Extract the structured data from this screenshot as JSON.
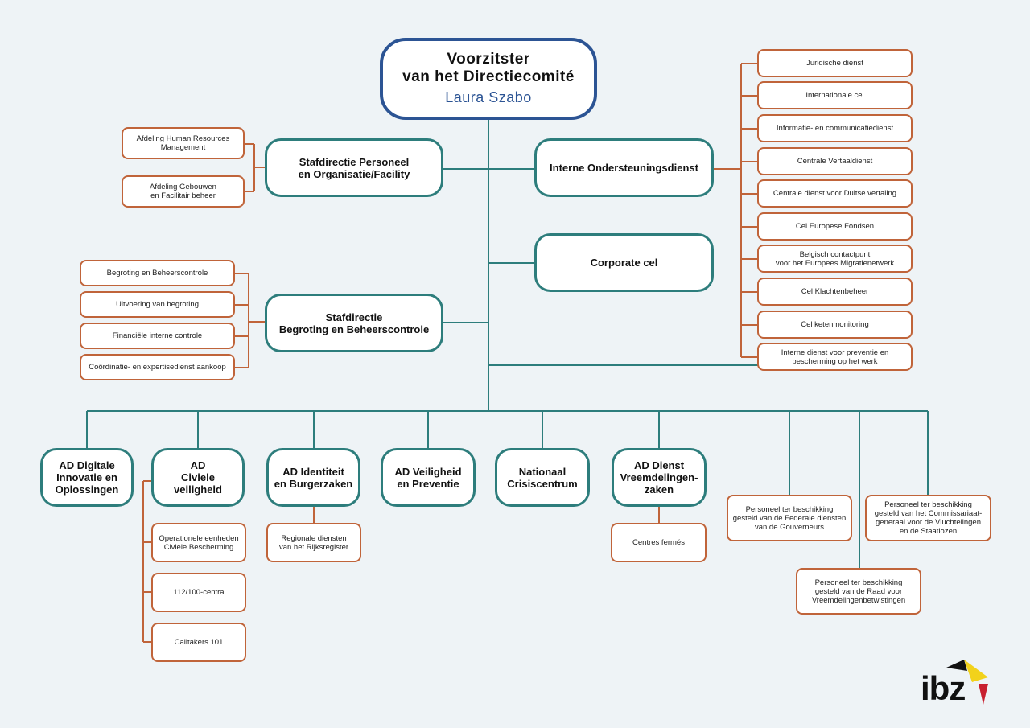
{
  "top": {
    "title": [
      "Voorzitster",
      "van het Directiecomité"
    ],
    "name": "Laura Szabo"
  },
  "staff": {
    "personnel": [
      "Stafdirectie Personeel",
      "en Organisatie/Facility"
    ],
    "support": [
      "Interne Ondersteuningsdienst"
    ],
    "corporate": [
      "Corporate cel"
    ],
    "budget": [
      "Stafdirectie",
      "Begroting en Beheerscontrole"
    ]
  },
  "personnel_units": [
    [
      "Afdeling Human Resources",
      "Management"
    ],
    [
      "Afdeling Gebouwen",
      "en Facilitair beheer"
    ]
  ],
  "budget_units": [
    [
      "Begroting en Beheerscontrole"
    ],
    [
      "Uitvoering van begroting"
    ],
    [
      "Financiële interne controle"
    ],
    [
      "Coördinatie- en expertisedienst aankoop"
    ]
  ],
  "support_units": [
    [
      "Juridische dienst"
    ],
    [
      "Internationale cel"
    ],
    [
      "Informatie- en communicatiedienst"
    ],
    [
      "Centrale Vertaaldienst"
    ],
    [
      "Centrale dienst voor  Duitse vertaling"
    ],
    [
      "Cel Europese Fondsen"
    ],
    [
      "Belgisch contactpunt",
      "voor het Europees Migratienetwerk"
    ],
    [
      "Cel Klachtenbeheer"
    ],
    [
      "Cel ketenmonitoring"
    ],
    [
      "Interne dienst voor preventie en",
      "bescherming op het werk"
    ]
  ],
  "directorates": [
    [
      "AD Digitale",
      "Innovatie  en",
      "Oplossingen"
    ],
    [
      "AD",
      "Civiele",
      "veiligheid"
    ],
    [
      "AD Identiteit",
      "en Burgerzaken"
    ],
    [
      "AD Veiligheid",
      "en Preventie"
    ],
    [
      "Nationaal",
      "Crisiscentrum"
    ],
    [
      "AD Dienst",
      "Vreemdelingen-",
      "zaken"
    ]
  ],
  "civil_units": [
    [
      "Operationele  eenheden",
      "Civiele Bescherming"
    ],
    [
      "112/100-centra"
    ],
    [
      "Calltakers 101"
    ]
  ],
  "identity_units": [
    [
      "Regionale diensten",
      "van het Rijksregister"
    ]
  ],
  "foreigners_units": [
    [
      "Centres fermés"
    ]
  ],
  "seconded": [
    [
      "Personeel ter beschikking",
      "gesteld van de Federale diensten",
      "van de Gouverneurs"
    ],
    [
      "Personeel ter beschikking",
      "gesteld van de  Raad voor",
      "Vreemdelingenbetwistingen"
    ],
    [
      "Personeel ter beschikking",
      "gesteld van het Commissariaat-",
      "generaal voor de Vluchtelingen",
      "en de Staatlozen"
    ]
  ],
  "colors": {
    "navy": "#2c5494",
    "teal": "#2d7d7c",
    "orange": "#c0643a",
    "background": "#eef3f6",
    "logo_yellow": "#f2d21b",
    "logo_red": "#c8202f"
  },
  "logo": {
    "text": "ibz"
  }
}
